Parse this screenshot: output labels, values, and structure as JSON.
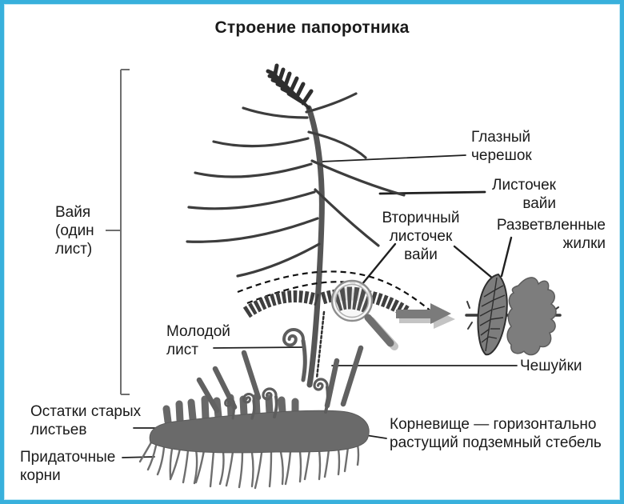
{
  "title": "Строение папоротника",
  "colors": {
    "frame_border": "#38b0dc",
    "leader_line": "#1f1f1f",
    "plant_dark": "#3c3c3c",
    "plant_mid": "#5f5f5f",
    "plant_gray": "#6a6a6a",
    "arrow_gray": "#7b7b7b",
    "shadow_gray": "#c4c4c4"
  },
  "labels": {
    "frond": {
      "text": "Вайя\n(один\nлист)"
    },
    "main_petiole": {
      "text": "Глазный\nчерешок"
    },
    "frond_leaflet": {
      "text": "Листочек\nвайи"
    },
    "secondary_leaflet": {
      "text": "Вторичный\nлисточек\nвайи"
    },
    "branched_veins": {
      "text": "Разветвленные\nжилки"
    },
    "young_leaf": {
      "text": "Молодой\nлист"
    },
    "scales": {
      "text": "Чешуйки"
    },
    "old_leaves_remains": {
      "text": "Остатки старых\nлистьев"
    },
    "adventitious_roots": {
      "text": "Придаточные\nкорни"
    },
    "rhizome": {
      "text": "Корневище — горизонтально\nрастущий подземный стебель"
    }
  }
}
